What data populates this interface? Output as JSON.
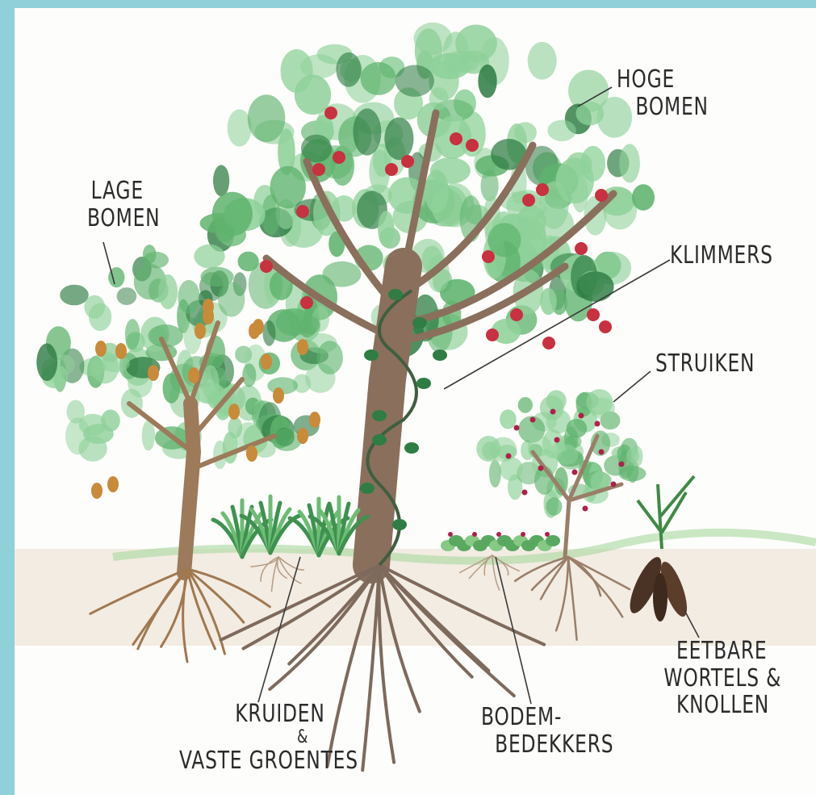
{
  "colors": {
    "frame": "#8fd0d9",
    "paper": "#fdfdfb",
    "trunk": "#8a6f5c",
    "pear_trunk": "#9c7a5a",
    "foliage_light": "#8fd19a",
    "foliage_mid": "#5fb36e",
    "foliage_dark": "#2f7d44",
    "apple": "#c8313f",
    "pear": "#c98a3a",
    "berry": "#b0204a",
    "ink": "#2b2b2b",
    "soil": "#eadfce"
  },
  "labels": {
    "hoge_bomen": [
      "HOGE",
      "BOMEN"
    ],
    "lage_bomen": [
      "LAGE",
      "BOMEN"
    ],
    "klimmers": [
      "KLIMMERS"
    ],
    "struiken": [
      "STRUIKEN"
    ],
    "kruiden": [
      "KRUIDEN",
      "&",
      "VASTE GROENTES"
    ],
    "bodembedekkers": [
      "BODEM-",
      "BEDEKKERS"
    ],
    "eetbare_wortels": [
      "EETBARE",
      "WORTELS &",
      "KNOLLEN"
    ]
  }
}
